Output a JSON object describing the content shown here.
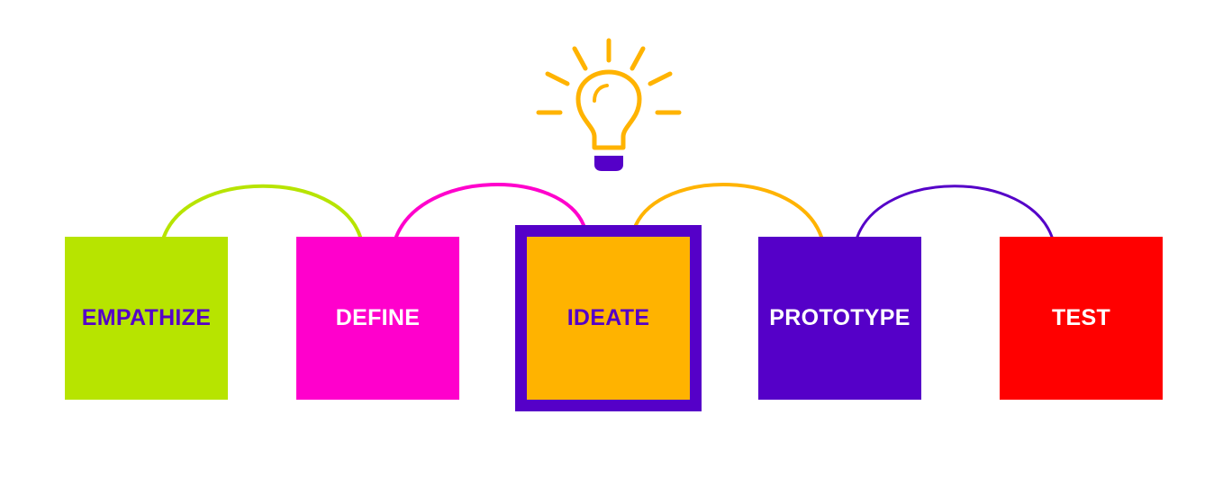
{
  "stages": [
    {
      "label": "EMPATHIZE",
      "fill": "#b7e400",
      "text_color": "#5500c8",
      "highlighted": false
    },
    {
      "label": "DEFINE",
      "fill": "#ff00cc",
      "text_color": "#ffffff",
      "highlighted": false
    },
    {
      "label": "IDEATE",
      "fill": "#ffb300",
      "text_color": "#5500c8",
      "highlighted": true,
      "border_color": "#5500c8"
    },
    {
      "label": "PROTOTYPE",
      "fill": "#5500c8",
      "text_color": "#ffffff",
      "highlighted": false
    },
    {
      "label": "TEST",
      "fill": "#ff0000",
      "text_color": "#ffffff",
      "highlighted": false
    }
  ],
  "connectors": [
    {
      "from": "EMPATHIZE",
      "to": "DEFINE",
      "color": "#b7e400"
    },
    {
      "from": "DEFINE",
      "to": "IDEATE",
      "color": "#ff00cc"
    },
    {
      "from": "IDEATE",
      "to": "PROTOTYPE",
      "color": "#ffb300"
    },
    {
      "from": "PROTOTYPE",
      "to": "TEST",
      "color": "#5500c8"
    }
  ],
  "icon": {
    "name": "lightbulb-icon",
    "color": "#ffb300",
    "base_color": "#5500c8"
  }
}
